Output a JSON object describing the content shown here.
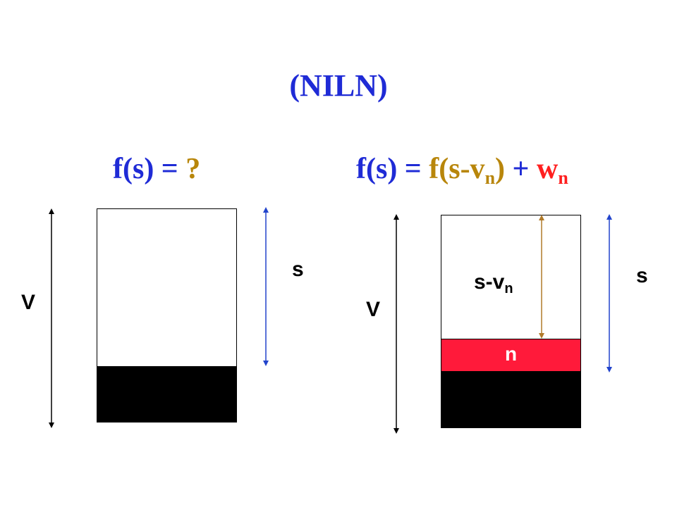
{
  "title": "(NILN)",
  "formula_left": {
    "f": "f(s) = ",
    "q": "?"
  },
  "formula_right": {
    "lhs": "f(s) = ",
    "term1_open": "f(s-v",
    "term1_sub": "n",
    "term1_close": ")",
    "plus": " + ",
    "term2": "w",
    "term2_sub": "n"
  },
  "left_diagram": {
    "capacity_label": "V",
    "space_label": "s"
  },
  "right_diagram": {
    "capacity_label": "V",
    "remaining_label": "s-v",
    "remaining_label_sub": "n",
    "space_label": "s",
    "item_label": "n"
  },
  "colors": {
    "title": "#1f2bd6",
    "accent_brown": "#b8860b",
    "accent_red": "#ff1f1f",
    "item_fill": "#ff1a3a",
    "arrow_blue": "#2244cc",
    "arrow_brown": "#b07a2a",
    "filled": "#000000"
  }
}
